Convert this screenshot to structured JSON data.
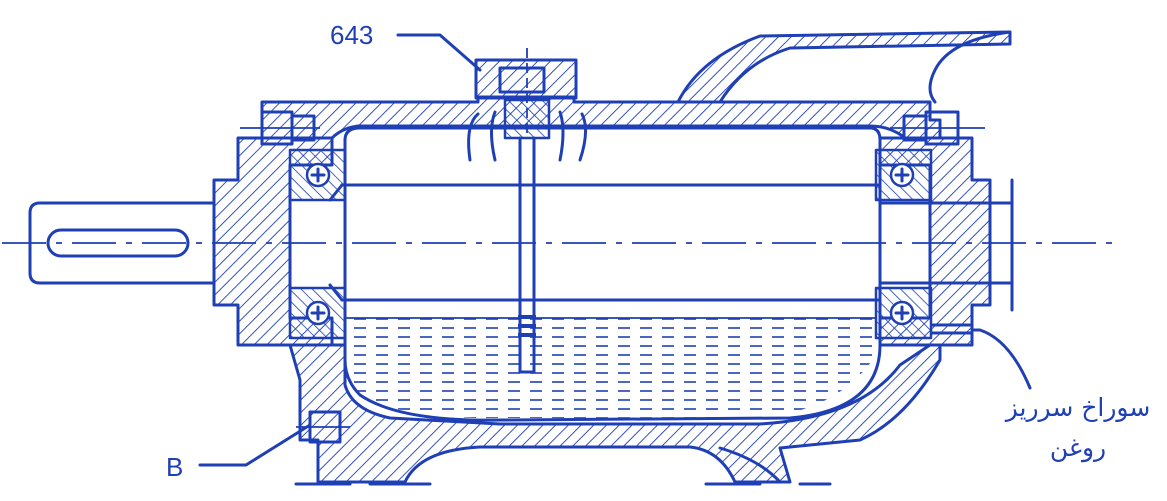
{
  "diagram": {
    "callouts": {
      "screw_plug": "643",
      "drain_plug": "B",
      "overflow_line1": "سوراخ سرریز",
      "overflow_line2": "روغن"
    },
    "colors": {
      "line": "#1f3fb4",
      "background": "#ffffff"
    }
  }
}
